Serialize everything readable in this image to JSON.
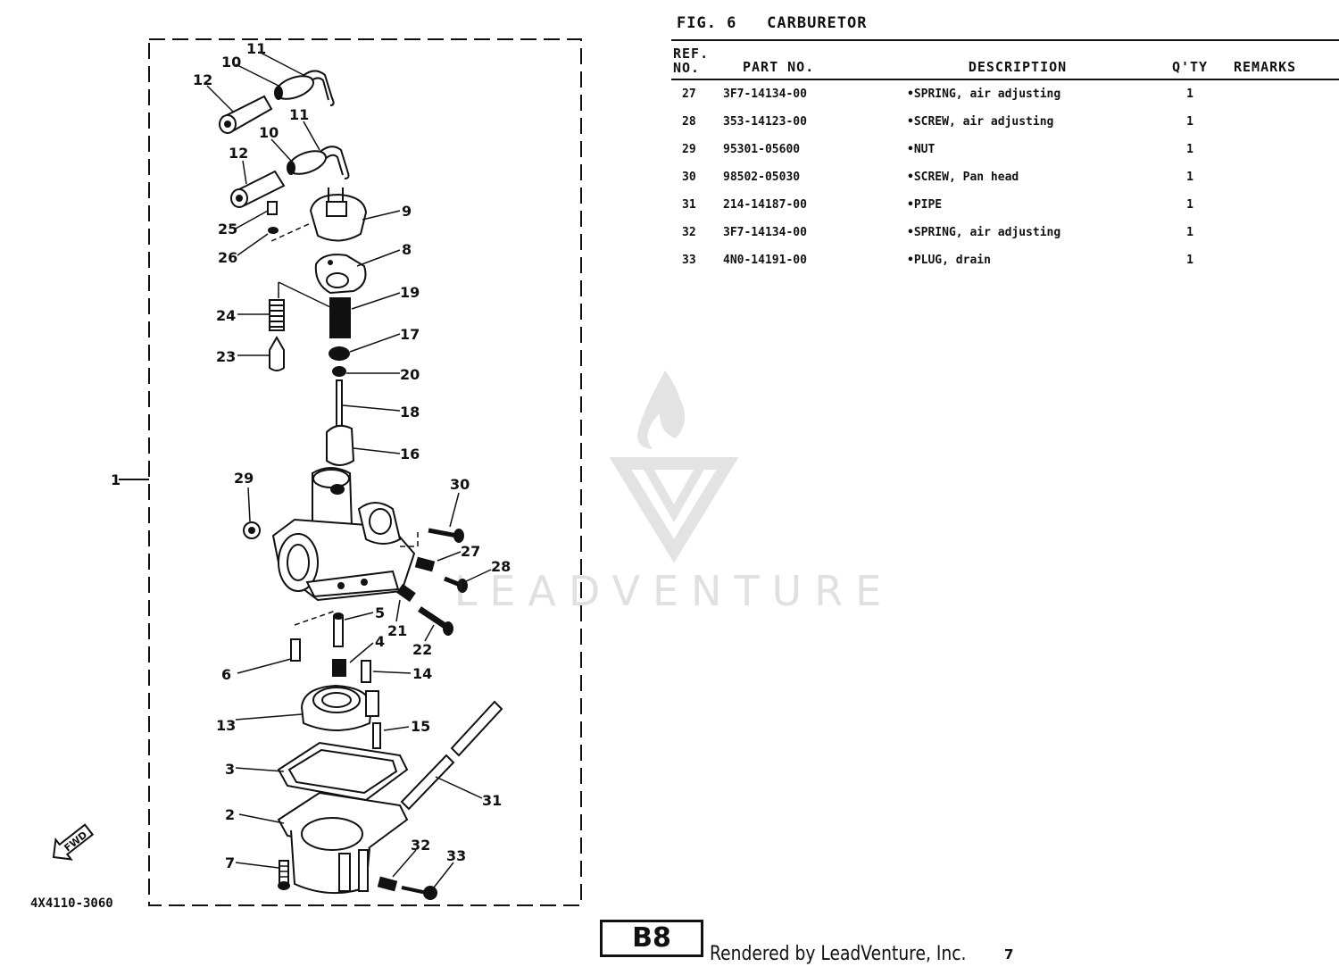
{
  "figure": {
    "label": "FIG. 6",
    "name": "CARBURETOR",
    "diagram_code": "4X4110-3060",
    "assembly_callout": "1"
  },
  "table": {
    "headers": {
      "ref_line1": "REF.",
      "ref_line2": "NO.",
      "part_no": "PART NO.",
      "description": "DESCRIPTION",
      "qty": "Q'TY",
      "remarks": "REMARKS"
    },
    "rows": [
      {
        "ref": "27",
        "part_no": "3F7-14134-00",
        "description": "•SPRING, air adjusting",
        "qty": "1",
        "remarks": ""
      },
      {
        "ref": "28",
        "part_no": "353-14123-00",
        "description": "•SCREW, air adjusting",
        "qty": "1",
        "remarks": ""
      },
      {
        "ref": "29",
        "part_no": "95301-05600",
        "description": "•NUT",
        "qty": "1",
        "remarks": ""
      },
      {
        "ref": "30",
        "part_no": "98502-05030",
        "description": "•SCREW, Pan head",
        "qty": "1",
        "remarks": ""
      },
      {
        "ref": "31",
        "part_no": "214-14187-00",
        "description": "•PIPE",
        "qty": "1",
        "remarks": ""
      },
      {
        "ref": "32",
        "part_no": "3F7-14134-00",
        "description": "•SPRING, air adjusting",
        "qty": "1",
        "remarks": ""
      },
      {
        "ref": "33",
        "part_no": "4N0-14191-00",
        "description": "•PLUG, drain",
        "qty": "1",
        "remarks": ""
      }
    ]
  },
  "callouts": [
    "2",
    "3",
    "4",
    "5",
    "6",
    "7",
    "8",
    "9",
    "10",
    "10",
    "11",
    "11",
    "12",
    "12",
    "13",
    "14",
    "15",
    "16",
    "17",
    "18",
    "19",
    "20",
    "21",
    "22",
    "23",
    "24",
    "25",
    "26",
    "27",
    "28",
    "29",
    "30",
    "31",
    "32",
    "33"
  ],
  "fwd_label": "FWD",
  "watermark": "LEADVENTURE",
  "footer": {
    "page_code": "B8",
    "rendered_by": "Rendered by LeadVenture, Inc.",
    "page_number": "7"
  }
}
